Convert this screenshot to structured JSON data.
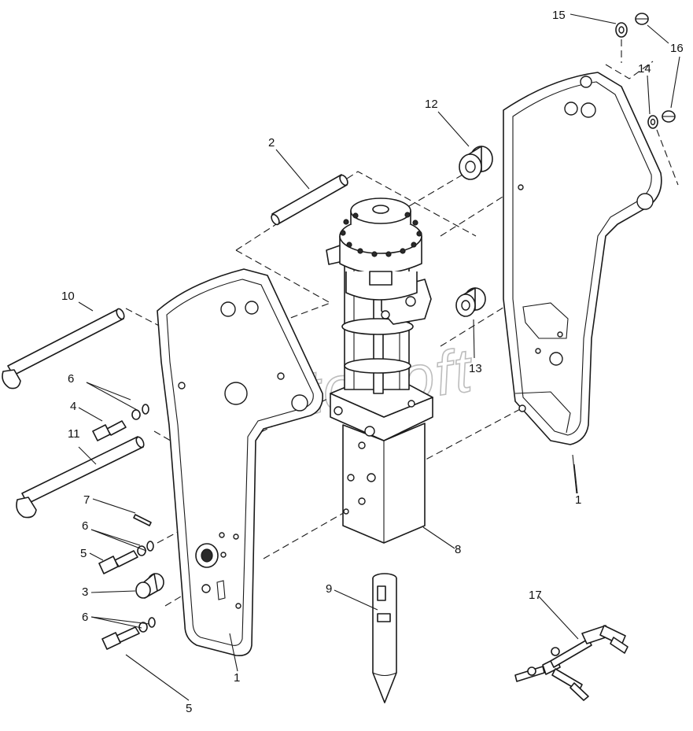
{
  "watermark": "AutoSoft",
  "callouts": [
    {
      "id": "c15",
      "text": "15"
    },
    {
      "id": "c16",
      "text": "16"
    },
    {
      "id": "c14",
      "text": "14"
    },
    {
      "id": "c12",
      "text": "12"
    },
    {
      "id": "c2",
      "text": "2"
    },
    {
      "id": "c10",
      "text": "10"
    },
    {
      "id": "c13",
      "text": "13"
    },
    {
      "id": "c6a",
      "text": "6"
    },
    {
      "id": "c4",
      "text": "4"
    },
    {
      "id": "c11",
      "text": "11"
    },
    {
      "id": "c1r",
      "text": "1"
    },
    {
      "id": "c7",
      "text": "7"
    },
    {
      "id": "c6b",
      "text": "6"
    },
    {
      "id": "c5a",
      "text": "5"
    },
    {
      "id": "c8",
      "text": "8"
    },
    {
      "id": "c3",
      "text": "3"
    },
    {
      "id": "c9",
      "text": "9"
    },
    {
      "id": "c17",
      "text": "17"
    },
    {
      "id": "c6c",
      "text": "6"
    },
    {
      "id": "c1l",
      "text": "1"
    },
    {
      "id": "c5b",
      "text": "5"
    }
  ]
}
